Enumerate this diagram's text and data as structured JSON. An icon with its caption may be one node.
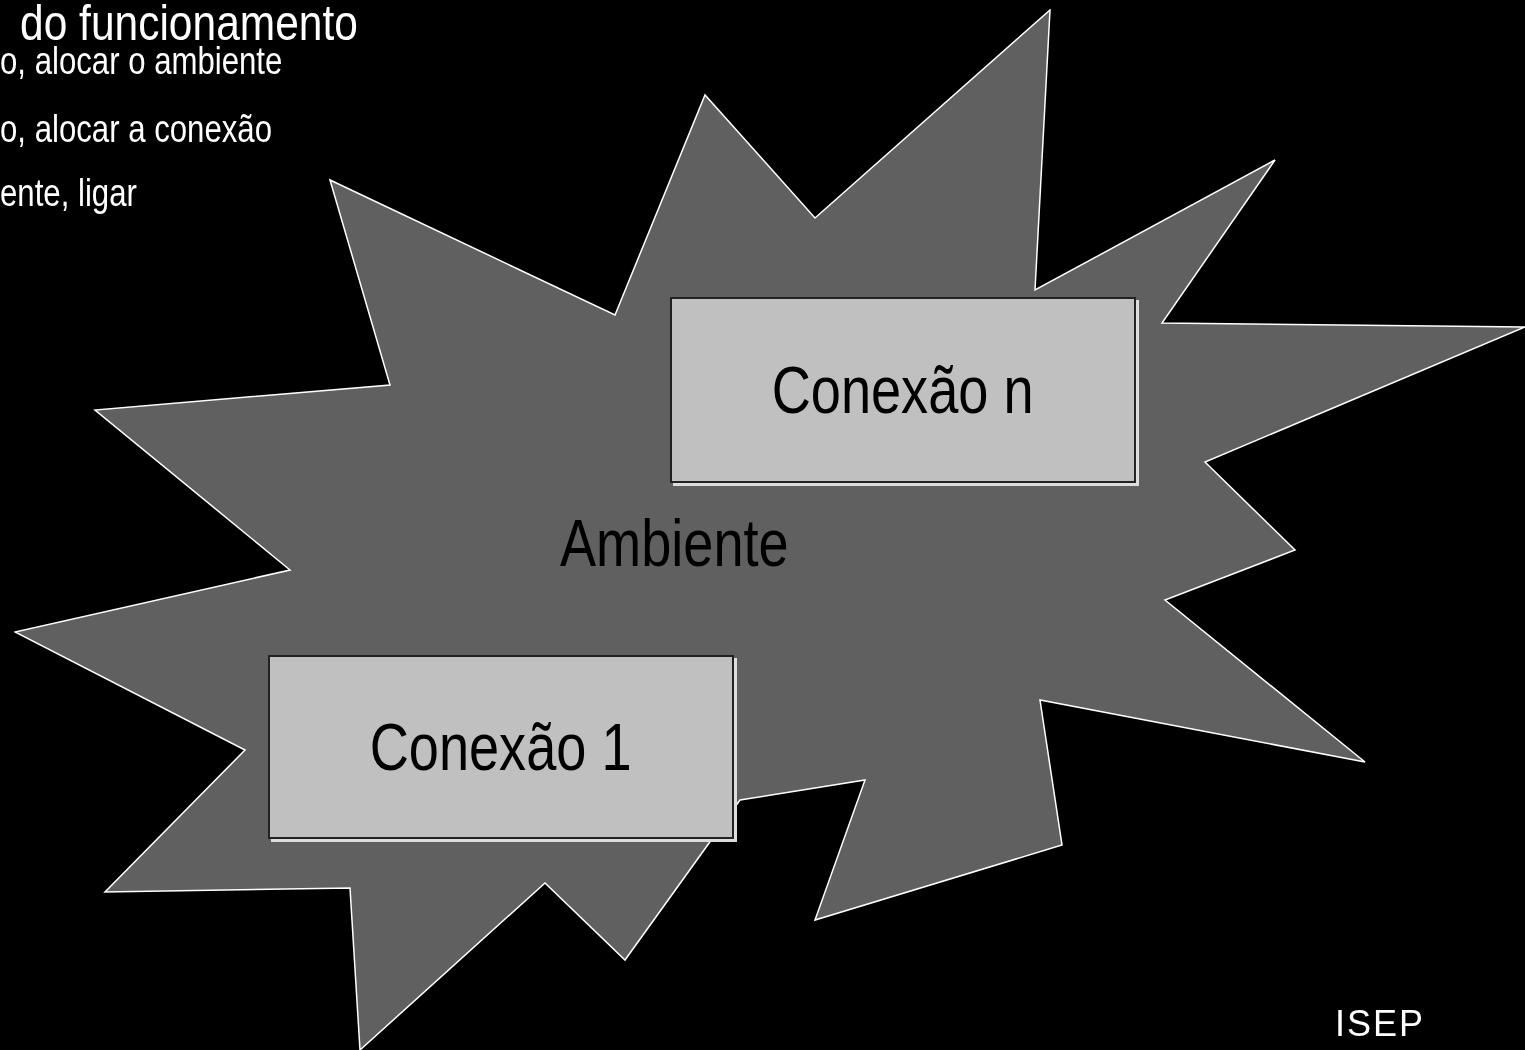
{
  "diagram": {
    "title": "do funcionamento",
    "nodes": [
      {
        "text": [
          "Ambiente"
        ]
      },
      {
        "text": [
          "Conexão n"
        ],
        "in": 0
      },
      {
        "text": [
          "Conexão 1"
        ],
        "in": 0
      }
    ],
    "edges": [],
    "labels": [
      "o, alocar o ambiente",
      "o, alocar a conexão",
      "ente, ligar",
      "ISEP"
    ]
  }
}
